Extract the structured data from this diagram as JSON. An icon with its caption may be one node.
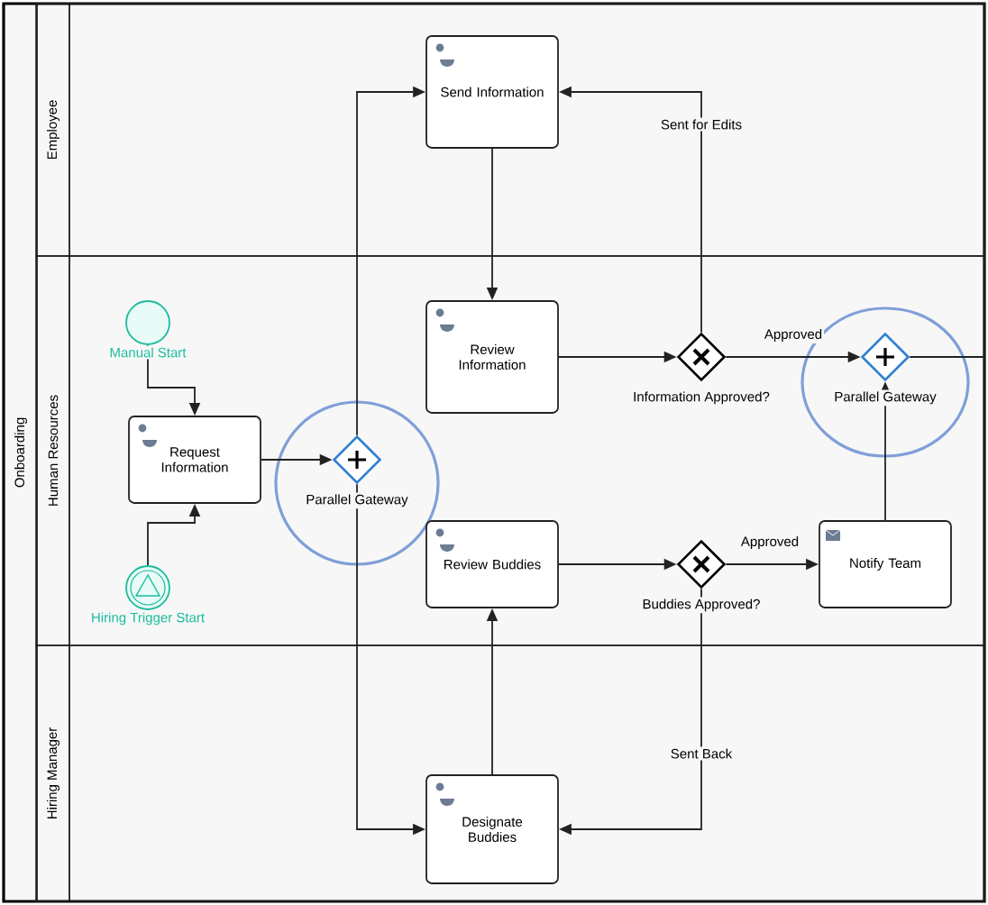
{
  "diagram": {
    "nodes": [
      {
        "text": [
          "Onboarding"
        ]
      },
      {
        "text": [
          "Employee"
        ],
        "in": 0
      },
      {
        "text": [
          "Human Resources"
        ],
        "in": 0
      },
      {
        "text": [
          "Hiring Manager"
        ],
        "in": 0
      },
      {
        "text": [
          "Send Information"
        ],
        "in": 1
      },
      {
        "text": [
          "Manual Start"
        ],
        "in": 2
      },
      {
        "text": [
          "Request Information"
        ],
        "in": 2
      },
      {
        "text": [
          "Hiring Trigger Start"
        ],
        "in": 2
      },
      {
        "text": [
          "Parallel Gateway"
        ],
        "in": 2
      },
      {
        "text": [
          "Review Information"
        ],
        "in": 2
      },
      {
        "text": [
          "Information Approved?"
        ],
        "in": 2
      },
      {
        "text": [
          "Parallel Gateway"
        ],
        "in": 2
      },
      {
        "text": [
          "Review Buddies"
        ],
        "in": 2
      },
      {
        "text": [
          "Buddies Approved?"
        ],
        "in": 2
      },
      {
        "text": [
          "Notify Team"
        ],
        "in": 2
      },
      {
        "text": [
          "Designate Buddies"
        ],
        "in": 3
      }
    ],
    "edges": [
      {
        "from": 5,
        "to": 6,
        "arrow": "to"
      },
      {
        "from": 7,
        "to": 6,
        "arrow": "to"
      },
      {
        "from": 6,
        "to": 8,
        "arrow": "to"
      },
      {
        "from": 8,
        "to": 4,
        "arrow": "to"
      },
      {
        "from": 8,
        "to": 15,
        "arrow": "to"
      },
      {
        "from": 4,
        "to": 9,
        "arrow": "to"
      },
      {
        "from": 9,
        "to": 10,
        "arrow": "to"
      },
      {
        "from": 10,
        "to": 11,
        "arrow": "to",
        "label": "Approved"
      },
      {
        "from": 10,
        "to": 4,
        "arrow": "to",
        "label": "Sent for Edits"
      },
      {
        "from": 12,
        "to": 13,
        "arrow": "to"
      },
      {
        "from": 13,
        "to": 14,
        "arrow": "to",
        "label": "Approved"
      },
      {
        "from": 13,
        "to": 15,
        "arrow": "to",
        "label": "Sent Back"
      },
      {
        "from": 15,
        "to": 12,
        "arrow": "to"
      },
      {
        "from": 14,
        "to": 11,
        "arrow": "to"
      },
      {
        "from": 11,
        "to": null,
        "arrow": "none"
      }
    ]
  }
}
